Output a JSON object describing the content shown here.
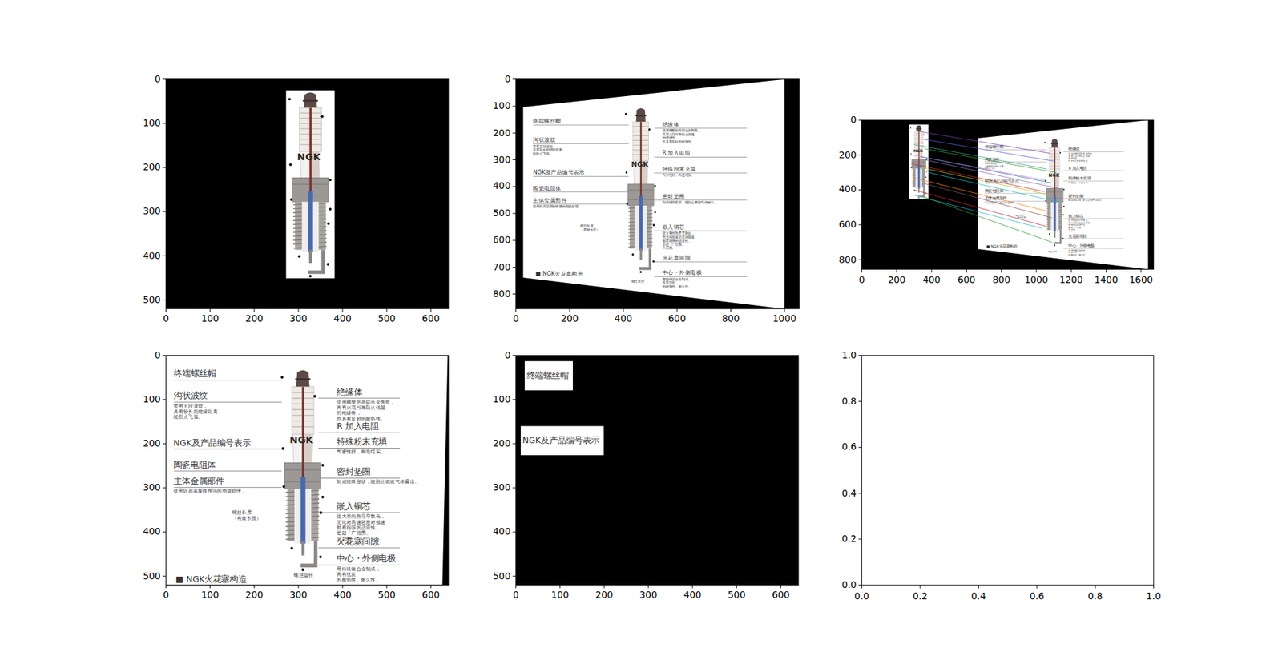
{
  "diagram": {
    "nodes": [
      {
        "text": [
          "终端螺丝帽"
        ]
      },
      {
        "text": [
          "NGK及产品编号表示"
        ]
      }
    ],
    "labels": [
      "0",
      "100",
      "200",
      "300",
      "400",
      "500",
      "600",
      "0",
      "100",
      "200",
      "300",
      "400",
      "500",
      "0",
      "200",
      "400",
      "600",
      "800",
      "1000",
      "0",
      "100",
      "200",
      "300",
      "400",
      "500",
      "600",
      "700",
      "800",
      "0",
      "200",
      "400",
      "600",
      "800",
      "1000",
      "1200",
      "1400",
      "1600",
      "0",
      "200",
      "400",
      "600",
      "800",
      "0",
      "100",
      "200",
      "300",
      "400",
      "500",
      "600",
      "0",
      "100",
      "200",
      "300",
      "400",
      "500",
      "0",
      "100",
      "200",
      "300",
      "400",
      "500",
      "600",
      "0",
      "100",
      "200",
      "300",
      "400",
      "500",
      "0.0",
      "0.2",
      "0.4",
      "0.6",
      "0.8",
      "1.0",
      "0.0",
      "0.2",
      "0.4",
      "0.6",
      "0.8",
      "1.0",
      "NGK",
      "终端螺丝帽",
      "沟状波纹",
      "带有五段波纹， 具有较长的绝缘距离， 能防止飞弧。",
      "NGK及产品编号表示",
      "陶瓷电阻体",
      "主体金属部件",
      "使用防高温腐蚀性强的电镀处理。",
      "螺丝长度 （有效长度）",
      "■ NGK火花塞构造",
      "螺丝直径",
      "绝缘体",
      "使用精整的高铝合金陶瓷， 具有火花可靠防止优越 的绝缘性，也具有良好的耐热性。",
      "R 加入电阻",
      "特殊粉末充填",
      "气密性好，构造结实。",
      "密封垫圈",
      "制成特殊形状，能防止燃烧气体漏出。",
      "嵌入铜芯",
      "使大量的热尽早散去，无论对高速还是对低速 都有很强的适应性，是超「广范围」火花塞。",
      "火花塞间隙",
      "中心・外侧电极",
      "用特殊镍合金制成，具有优良 的耐热性、耐久性。",
      "NGK",
      "NGK",
      "终端螺丝帽",
      "沟状波纹",
      "带有五段波纹， 具有较长的绝缘距离， 能防止飞弧。",
      "NGK及产品编号表示",
      "陶瓷电阻体",
      "主体金属部件",
      "使用防高温腐蚀性强的电镀处理。",
      "螺丝长度 （有效长度）",
      "■ NGK火花塞构造",
      "螺丝直径",
      "绝缘体",
      "使用精整的高铝合金陶瓷， 具有火花可靠防止优越 的绝缘性，也具有良好的耐热性。",
      "R 加入电阻",
      "特殊粉末充填",
      "气密性好，构造结实。",
      "密封垫圈",
      "制成特殊形状，能防止燃烧气体漏出。",
      "嵌入铜芯",
      "使大量的热尽早散去，无论对高速还是对低速 都有很强的适应性，是超「广范围」火花塞。",
      "火花塞间隙",
      "中心・外侧电极",
      "用特殊镍合金制成，具有优良 的耐热性、耐久性。",
      "NGK",
      "终端螺丝帽",
      "沟状波纹",
      "带有五段波纹， 具有较长的绝缘距离， 能防止飞弧。",
      "NGK及产品编号表示",
      "陶瓷电阻体",
      "主体金属部件",
      "使用防高温腐蚀性强的电镀处理。",
      "螺丝长度 （有效长度）",
      "■ NGK火花塞构造",
      "螺丝直径",
      "绝缘体",
      "使用精整的高铝合金陶瓷， 具有火花可靠防止优越 的绝缘性，也具有良好的耐热性。",
      "R 加入电阻",
      "特殊粉末充填",
      "气密性好，构造结实。",
      "密封垫圈",
      "制成特殊形状，能防止燃烧气体漏出。",
      "嵌入铜芯",
      "使大量的热尽早散去，无论对高速还是对低速 都有很强的适应性，是超「广范围」火花塞。",
      "火花塞间隙",
      "中心・外侧电极",
      "用特殊镍合金制成，具有优良 的耐热性、耐久性。",
      "NGK"
    ]
  }
}
